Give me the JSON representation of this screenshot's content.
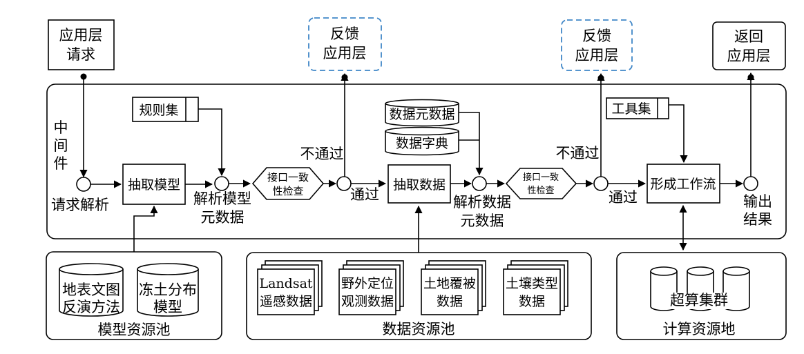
{
  "top": {
    "app_request": [
      "应用层",
      "请求"
    ],
    "feedback1": [
      "反馈",
      "应用层"
    ],
    "feedback2": [
      "反馈",
      "应用层"
    ],
    "return_app": [
      "返回",
      "应用层"
    ]
  },
  "middleware": {
    "label": [
      "中",
      "间",
      "件"
    ],
    "request_parse": "请求解析",
    "extract_model": "抽取模型",
    "rule_set": "规则集",
    "parse_model_meta": [
      "解析模型",
      "元数据"
    ],
    "check1": [
      "接口一致",
      "性检查"
    ],
    "fail1": "不通过",
    "pass1": "通过",
    "data_metadata": "数据元数据",
    "data_dictionary": "数据字典",
    "extract_data": "抽取数据",
    "parse_data_meta": [
      "解析数据",
      "元数据"
    ],
    "check2": [
      "接口一致",
      "性检查"
    ],
    "fail2": "不通过",
    "pass2": "通过",
    "tool_set": "工具集",
    "form_workflow": "形成工作流",
    "output_result": [
      "输出",
      "结果"
    ]
  },
  "pools": {
    "model_pool": {
      "title": "模型资源池",
      "items": [
        [
          "地表文图",
          "反演方法"
        ],
        [
          "冻土分布",
          "模型"
        ]
      ]
    },
    "data_pool": {
      "title": "数据资源池",
      "items": [
        [
          "Landsat",
          "遥感数据"
        ],
        [
          "野外定位",
          "观测数据"
        ],
        [
          "土地覆被",
          "数据"
        ],
        [
          "土壤类型",
          "数据"
        ]
      ]
    },
    "compute_pool": {
      "title": "计算资源地",
      "cluster": "超算集群"
    }
  },
  "colors": {
    "stroke": "#000000",
    "dashed_border": "#3f86c7",
    "background": "#ffffff"
  }
}
